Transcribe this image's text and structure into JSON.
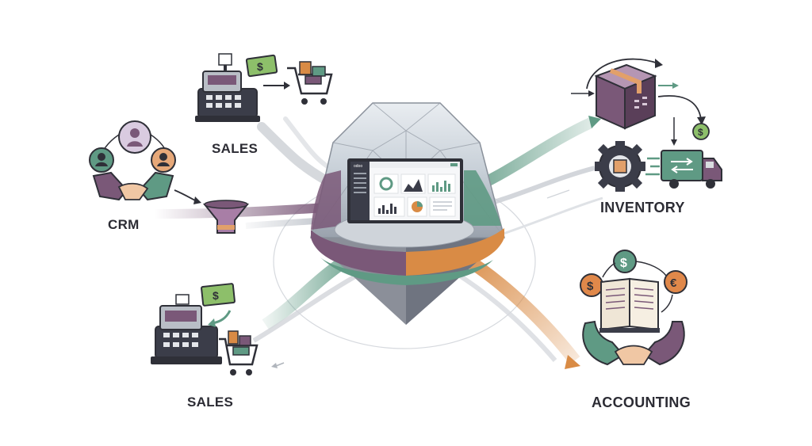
{
  "modules": {
    "sales_top": "SALES",
    "crm": "CRM",
    "sales_bottom": "SALES",
    "inventory": "INVENTORY",
    "accounting": "ACCOUNTING"
  },
  "screen": {
    "logo": "odoo"
  },
  "colors": {
    "purple": "#7a5878",
    "green": "#5f9a84",
    "orange": "#d98b45",
    "dark": "#3b3d49",
    "outline": "#2f3038",
    "money_green": "#8dbf6a",
    "coin_orange": "#e0884a"
  },
  "icons": [
    "cash-register-icon",
    "banknote-icon",
    "shopping-cart-icon",
    "people-network-icon",
    "handshake-icon",
    "funnel-icon",
    "package-box-icon",
    "gear-icon",
    "delivery-truck-icon",
    "dollar-coin-icon",
    "euro-coin-icon",
    "ledger-book-icon"
  ]
}
